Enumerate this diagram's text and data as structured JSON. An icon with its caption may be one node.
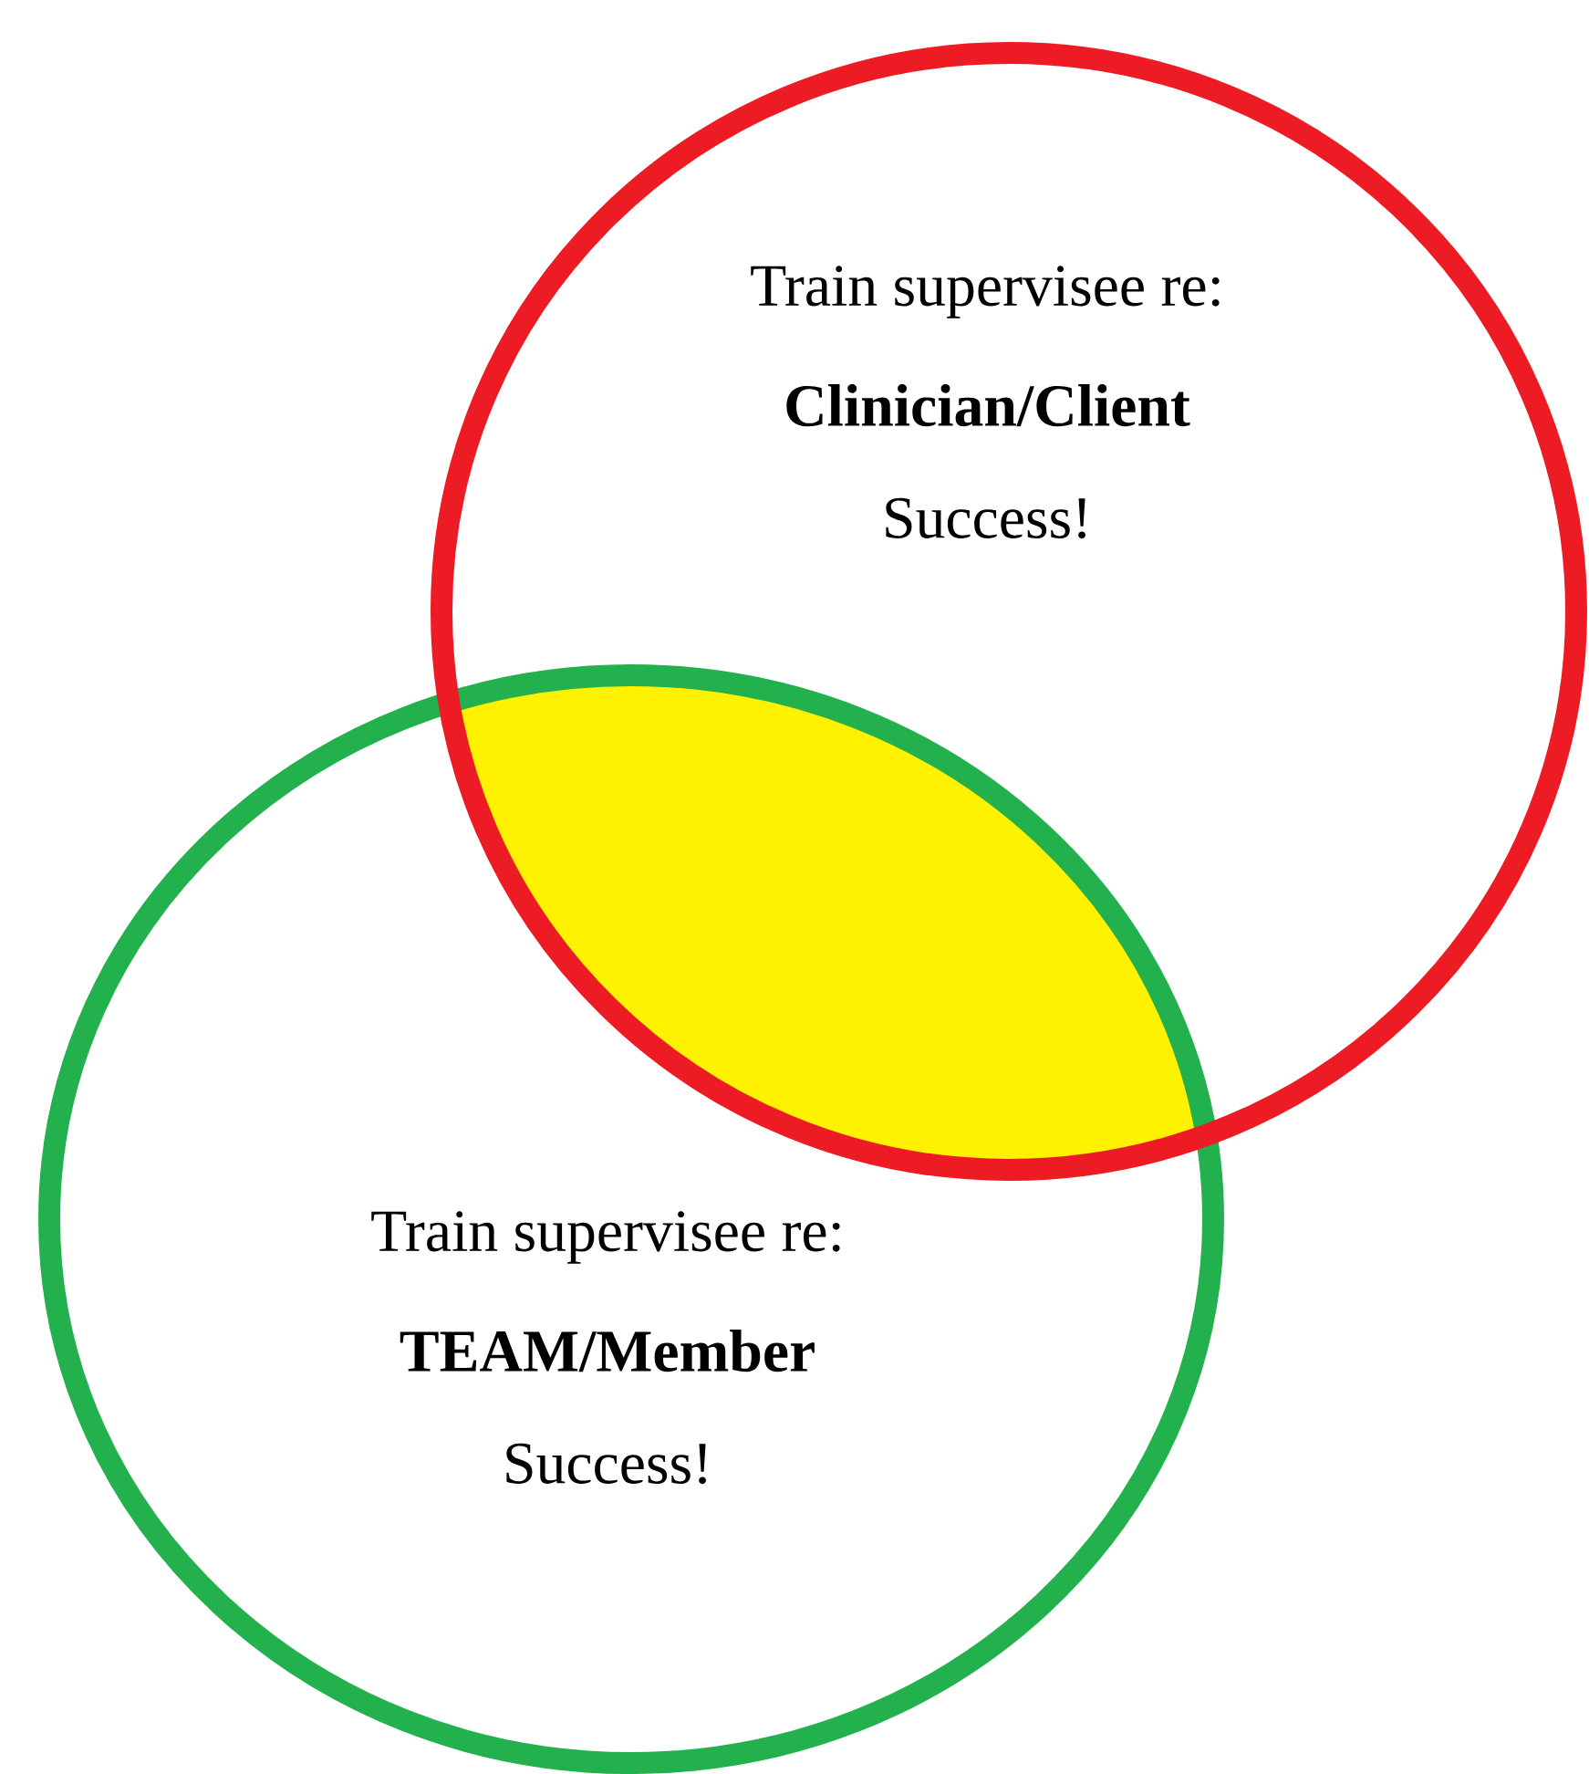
{
  "diagram": {
    "nodes": [
      {
        "text": [
          "Train supervisee re:",
          "Clinician/Client",
          "Success!"
        ]
      },
      {
        "text": [
          "Train supervisee re:",
          "TEAM/Member",
          "Success!"
        ]
      }
    ]
  }
}
